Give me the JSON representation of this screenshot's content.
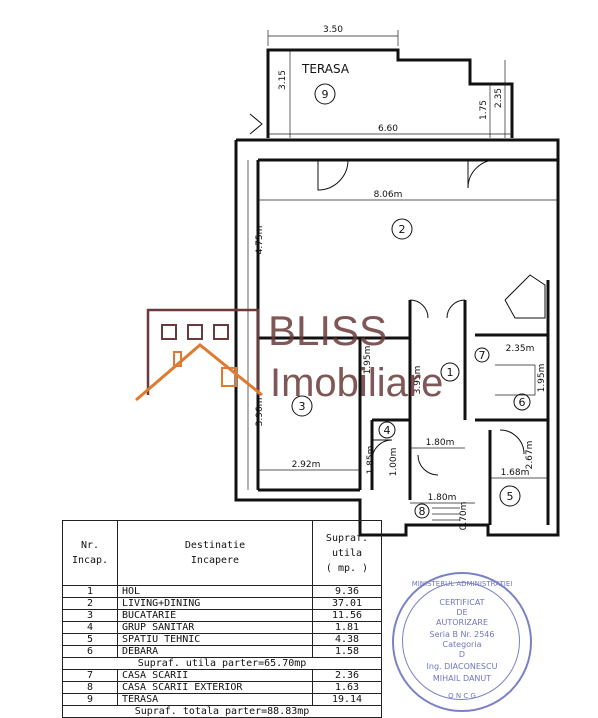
{
  "plan": {
    "dimensions": {
      "terrace_width": "3.50",
      "terrace_depth": "3.15",
      "terrace_side_a": "1.75",
      "terrace_side_b": "2.35",
      "terrace_base": "6.60",
      "living_width": "8.06m",
      "living_depth": "4.75m",
      "kitchen_depth": "3.96m",
      "kitchen_width": "2.92m",
      "bath_depth": "1.85m",
      "bath_width": "1.00m",
      "hall_depth_a": "1.95m",
      "hall_depth_b": "3.95m",
      "hall_width": "1.80m",
      "stair_width": "2.35m",
      "stair_depth": "1.95m",
      "tech_depth": "2.67m",
      "tech_width": "1.68m",
      "ext_stair_width": "1.80m",
      "ext_stair_depth": "0.70m"
    },
    "terrace_label": "TERASA",
    "room_numbers": [
      "1",
      "2",
      "3",
      "4",
      "5",
      "6",
      "7",
      "8",
      "9"
    ]
  },
  "watermark": {
    "brand_top": "BLISS",
    "brand_bottom": "Imobiliare",
    "colors": {
      "brand": "#6b3a3a",
      "accent": "#e07a2e"
    }
  },
  "table": {
    "headers": {
      "nr_line1": "Nr.",
      "nr_line2": "Incap.",
      "dest_line1": "Destinatie",
      "dest_line2": "Incapere",
      "area_line1": "Supraf.",
      "area_line2": "utila",
      "area_line3": "( mp. )"
    },
    "rows_a": [
      {
        "nr": "1",
        "name": "HOL",
        "area": "9.36"
      },
      {
        "nr": "2",
        "name": "LIVING+DINING",
        "area": "37.01"
      },
      {
        "nr": "3",
        "name": "BUCATARIE",
        "area": "11.56"
      },
      {
        "nr": "4",
        "name": "GRUP SANITAR",
        "area": "1.81"
      },
      {
        "nr": "5",
        "name": "SPATIU TEHNIC",
        "area": "4.38"
      },
      {
        "nr": "6",
        "name": "DEBARA",
        "area": "1.58"
      }
    ],
    "subtotal": "Supraf. utila parter=65.70mp",
    "rows_b": [
      {
        "nr": "7",
        "name": "CASA SCARII",
        "area": "2.36"
      },
      {
        "nr": "8",
        "name": "CASA SCARII EXTERIOR",
        "area": "1.63"
      },
      {
        "nr": "9",
        "name": "TERASA",
        "area": "19.14"
      }
    ],
    "total": "Supraf. totala parter=88.83mp"
  },
  "stamp": {
    "arc_top": "MINISTERUL ADMINISTRATIEI",
    "line1": "CERTIFICAT",
    "line2": "DE",
    "line3": "AUTORIZARE",
    "line4": "Seria B Nr. 2546",
    "line5": "Categoria",
    "line6": "D",
    "line7": "Ing. DIACONESCU",
    "line8": "MIHAIL DANUT",
    "arc_bottom": "O N C G",
    "color": "#4a55b0"
  }
}
